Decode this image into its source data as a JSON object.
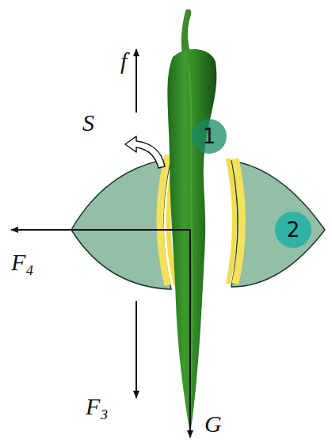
{
  "diagram": {
    "nodes": [
      {
        "text": [
          "1"
        ]
      },
      {
        "text": [
          "2"
        ]
      }
    ],
    "labels": [
      "f",
      "S",
      "F₄",
      "F₃",
      "G"
    ]
  }
}
